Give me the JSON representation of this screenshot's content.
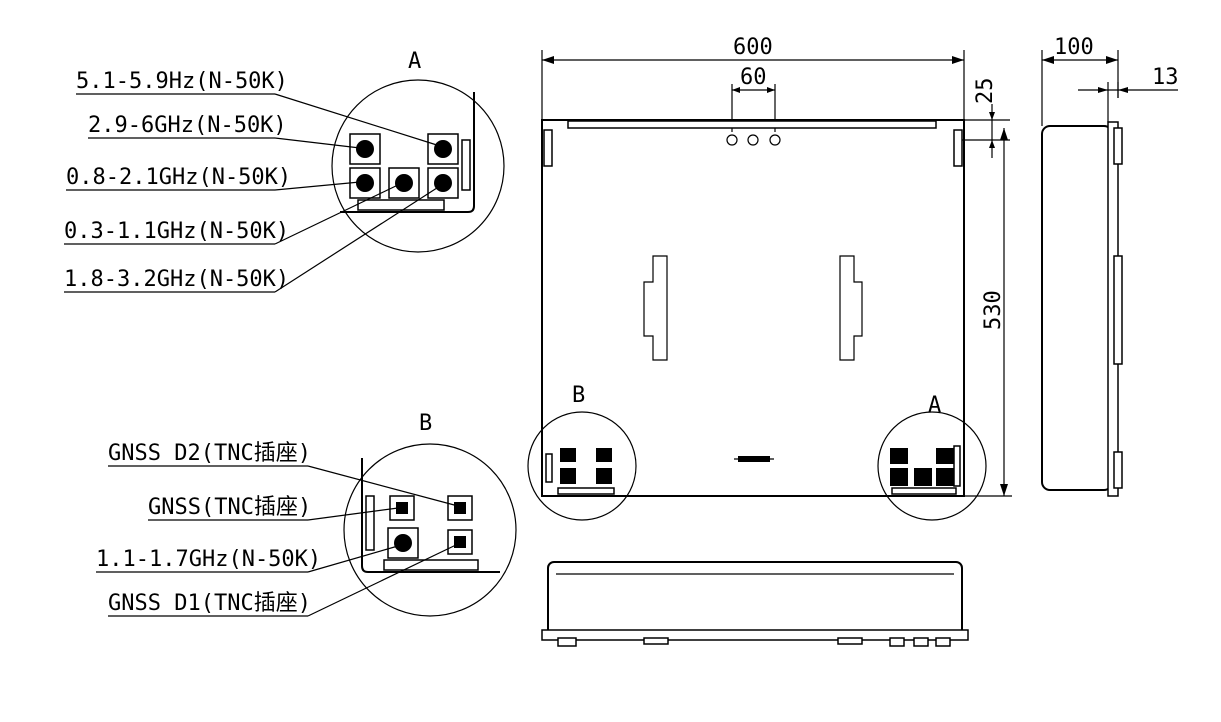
{
  "callout_a": {
    "letter": "A",
    "ports": [
      "5.1-5.9Hz(N-50K)",
      "2.9-6GHz(N-50K)",
      "0.8-2.1GHz(N-50K)",
      "0.3-1.1GHz(N-50K)",
      "1.8-3.2GHz(N-50K)"
    ]
  },
  "callout_b": {
    "letter": "B",
    "ports": [
      "GNSS D2(TNC插座)",
      "GNSS(TNC插座)",
      "1.1-1.7GHz(N-50K)",
      "GNSS D1(TNC插座)"
    ]
  },
  "front_view": {
    "width_dim": "600",
    "spacing_dim": "60",
    "top_offset_dim": "25",
    "height_dim": "530",
    "marker_a": "A",
    "marker_b": "B"
  },
  "side_view": {
    "depth_dim": "100",
    "flange_dim": "13"
  }
}
